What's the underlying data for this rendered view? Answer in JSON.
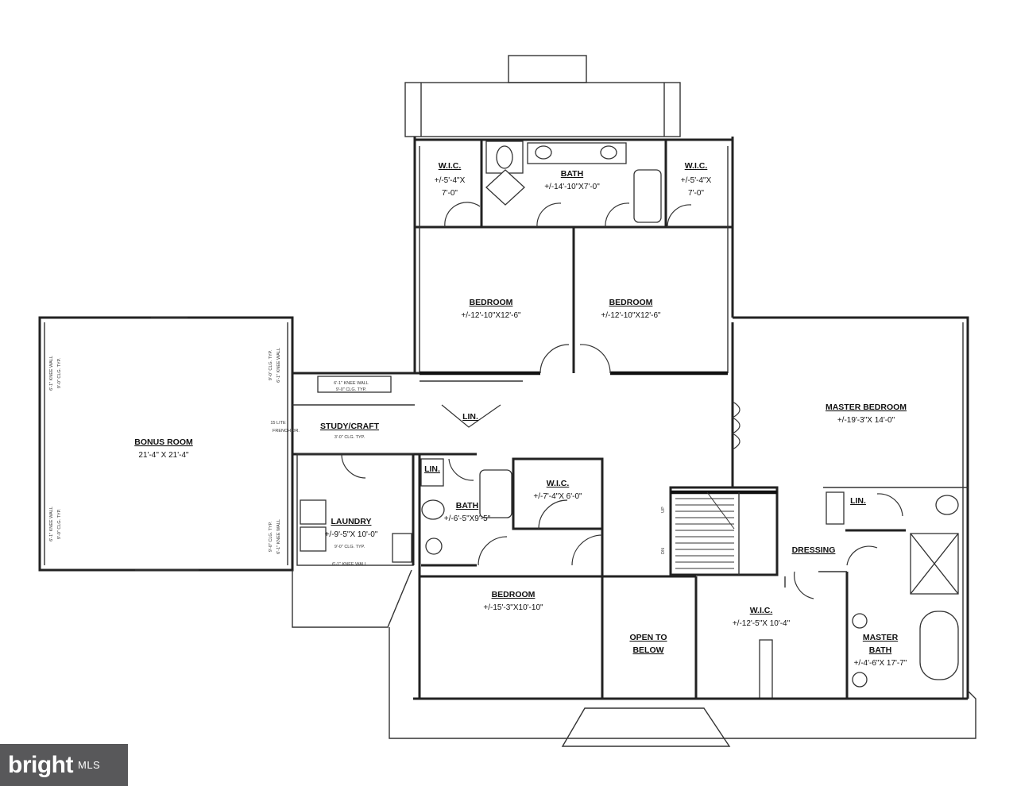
{
  "rooms": {
    "wic_left": {
      "name": "W.I.C.",
      "dim1": "+/-5'-4\"X",
      "dim2": "7'-0\""
    },
    "bath_top": {
      "name": "BATH",
      "dim": "+/-14'-10\"X7'-0\""
    },
    "wic_right": {
      "name": "W.I.C.",
      "dim1": "+/-5'-4\"X",
      "dim2": "7'-0\""
    },
    "bedroom_a": {
      "name": "BEDROOM",
      "dim": "+/-12'-10\"X12'-6\""
    },
    "bedroom_b": {
      "name": "BEDROOM",
      "dim": "+/-12'-10\"X12'-6\""
    },
    "bonus": {
      "name": "BONUS ROOM",
      "dim": "21'-4\" X 21'-4\""
    },
    "study": {
      "name": "STUDY/CRAFT",
      "note": "3'-0\" CLG. TYP."
    },
    "laundry": {
      "name": "LAUNDRY",
      "dim": "+/-9'-5\"X 10'-0\"",
      "note": "9'-0\" CLG. TYP."
    },
    "lin_center": {
      "name": "LIN."
    },
    "lin_small": {
      "name": "LIN."
    },
    "bath_mid": {
      "name": "BATH",
      "dim": "+/-6'-5\"X9'-5\""
    },
    "wic_mid": {
      "name": "W.I.C.",
      "dim": "+/-7'-4\"X 6'-0\""
    },
    "master_bedroom": {
      "name": "MASTER BEDROOM",
      "dim": "+/-19'-3\"X 14'-0\""
    },
    "lin_master": {
      "name": "LIN."
    },
    "dressing": {
      "name": "DRESSING"
    },
    "bedroom_c": {
      "name": "BEDROOM",
      "dim": "+/-15'-3\"X10'-10\""
    },
    "open_below": {
      "name1": "OPEN TO",
      "name2": "BELOW"
    },
    "wic_master": {
      "name": "W.I.C.",
      "dim": "+/-12'-5\"X 10'-4\""
    },
    "master_bath": {
      "name1": "MASTER",
      "name2": "BATH",
      "dim": "+/-4'-6\"X 17'-7\""
    }
  },
  "notes": {
    "knee_wall": "6'-1\" KNEE WALL",
    "clg_typ": "9'-0\" CLG. TYP.",
    "french_door_1": "15 LITE",
    "french_door_2": "FRENCH DR.",
    "stair_up": "UP",
    "stair_dn": "DN"
  },
  "logo": {
    "main": "bright",
    "sub": "MLS"
  }
}
